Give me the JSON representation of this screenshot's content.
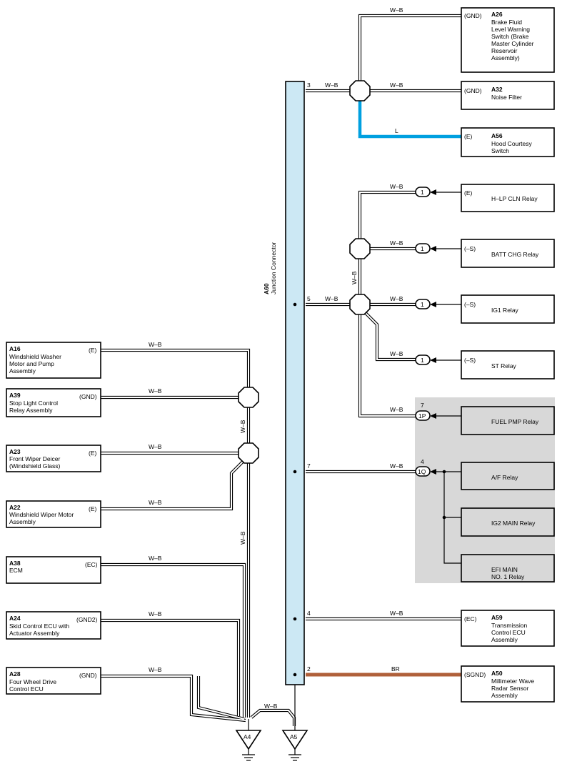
{
  "wire_labels": {
    "wb": "W–B",
    "l": "L",
    "br": "BR"
  },
  "colors": {
    "wb": "#000000",
    "l": "#00a0e0",
    "br": "#b0603a",
    "connector_fill": "#cce8f4",
    "shaded_area": "#d8d8d8"
  },
  "junction": {
    "code": "A60",
    "name": "Junction Connector",
    "pins": [
      "3",
      "5",
      "7",
      "4",
      "2"
    ]
  },
  "grounds": [
    "A4",
    "A5"
  ],
  "right_components": [
    {
      "code": "A26",
      "pin": "(GND)",
      "lines": [
        "Brake Fluid",
        "Level Warning",
        "Switch (Brake",
        "Master Cylinder",
        "Reservoir",
        "Assembly)"
      ]
    },
    {
      "code": "A32",
      "pin": "(GND)",
      "lines": [
        "Noise Filter"
      ]
    },
    {
      "code": "A56",
      "pin": "(E)",
      "lines": [
        "Hood Courtesy",
        "Switch"
      ]
    },
    {
      "code": "A59",
      "pin": "(EC)",
      "lines": [
        "Transmission",
        "Control ECU",
        "Assembly"
      ]
    },
    {
      "code": "A50",
      "pin": "(SGND)",
      "lines": [
        "Millimeter Wave",
        "Radar Sensor",
        "Assembly"
      ]
    }
  ],
  "relays": [
    {
      "pin": "(E)",
      "name": "H–LP CLN Relay",
      "conn": "1"
    },
    {
      "pin": "(–S)",
      "name": "BATT CHG Relay",
      "conn": "1"
    },
    {
      "pin": "(–S)",
      "name": "IG1 Relay",
      "conn": "1"
    },
    {
      "pin": "(–S)",
      "name": "ST Relay",
      "conn": "1"
    }
  ],
  "shaded_relays": [
    {
      "name": "FUEL PMP Relay"
    },
    {
      "name": "A/F Relay"
    },
    {
      "name": "IG2 MAIN Relay"
    },
    {
      "name": "EFI MAIN",
      "name2": "NO. 1 Relay"
    }
  ],
  "shaded_connectors": [
    {
      "label": "1P",
      "pin": "7"
    },
    {
      "label": "1Q",
      "pin": "4"
    }
  ],
  "left_components": [
    {
      "code": "A16",
      "pin": "(E)",
      "lines": [
        "Windshield Washer",
        "Motor and Pump",
        "Assembly"
      ]
    },
    {
      "code": "A39",
      "pin": "(GND)",
      "lines": [
        "Stop Light Control",
        "Relay Assembly"
      ]
    },
    {
      "code": "A23",
      "pin": "(E)",
      "lines": [
        "Front Wiper Deicer",
        "(Windshield Glass)"
      ]
    },
    {
      "code": "A22",
      "pin": "(E)",
      "lines": [
        "Windshield Wiper Motor",
        "Assembly"
      ]
    },
    {
      "code": "A38",
      "pin": "(EC)",
      "lines": [
        "ECM"
      ]
    },
    {
      "code": "A24",
      "pin": "(GND2)",
      "lines": [
        "Skid Control ECU with",
        "Actuator Assembly"
      ]
    },
    {
      "code": "A28",
      "pin": "(GND)",
      "lines": [
        "Four Wheel Drive",
        "Control ECU"
      ]
    }
  ]
}
